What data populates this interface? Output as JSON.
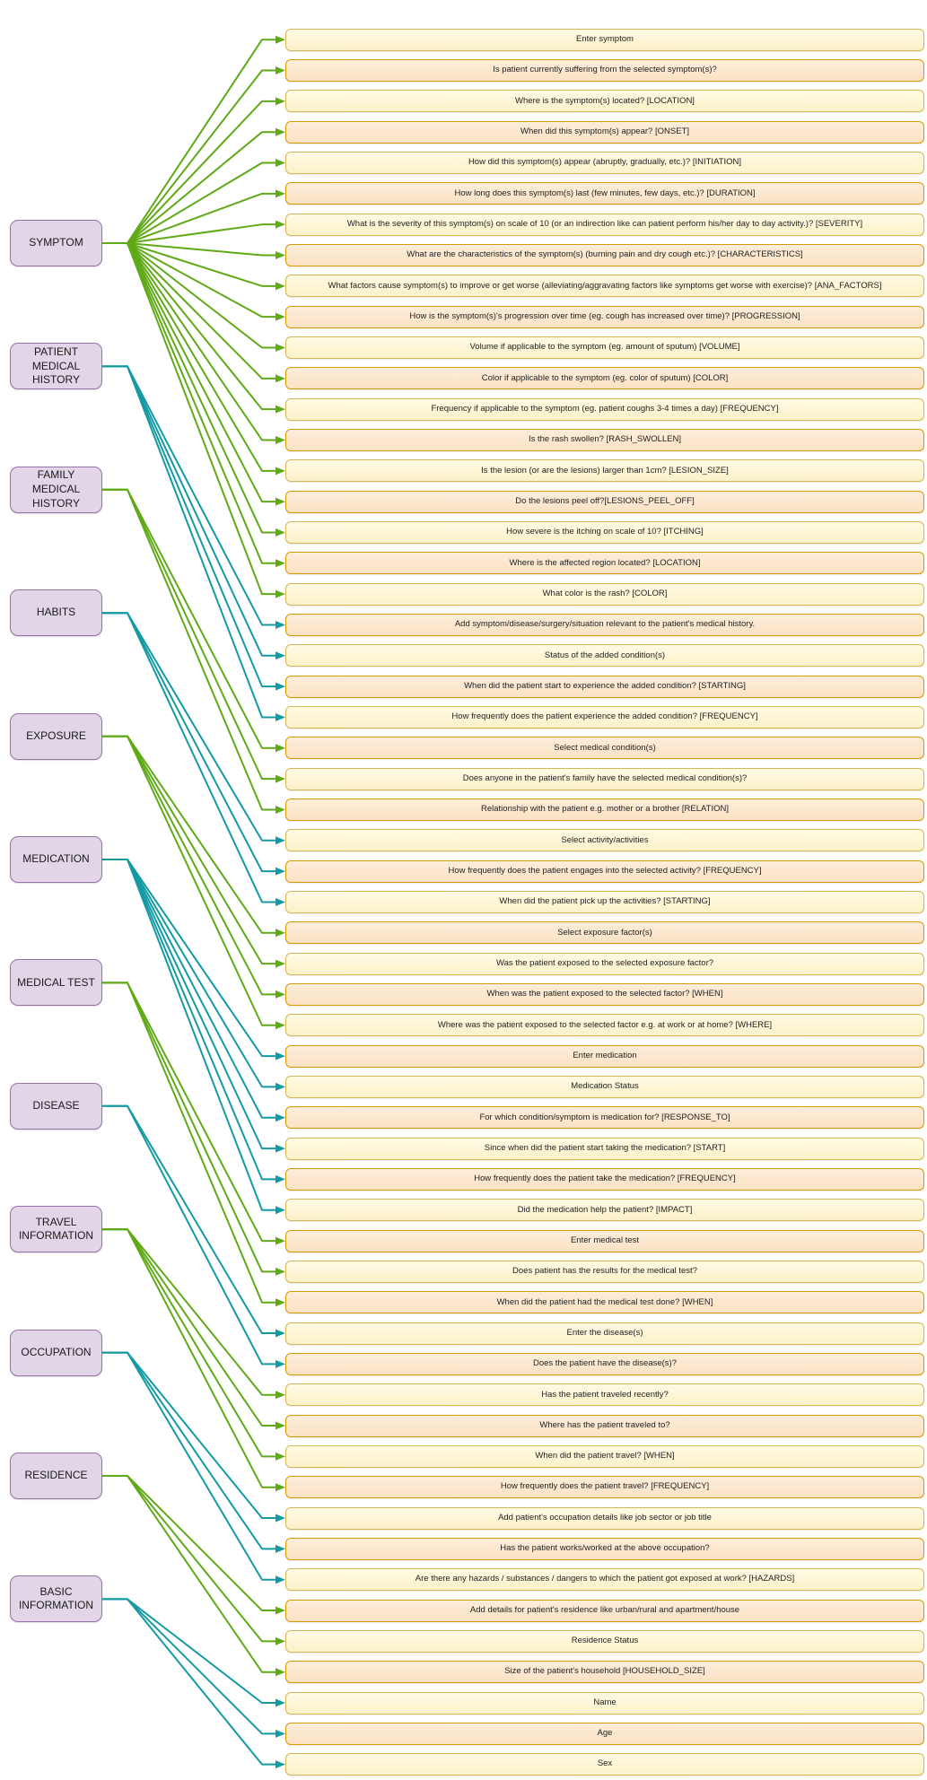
{
  "diagram": {
    "type": "category-to-question mapping",
    "colors": {
      "category_fill": "#E1D5E7",
      "category_border": "#9673A6",
      "question_yellow_fill": "#FFF2CC",
      "question_yellow_border": "#D6B656",
      "question_orange_fill": "#FFE6CC",
      "question_orange_border": "#D79B00",
      "connector_green": "#60A917",
      "connector_teal": "#149AA3"
    },
    "categories": [
      {
        "label": "SYMPTOM",
        "line_color": "green",
        "questions": [
          "Enter symptom",
          "Is patient currently suffering from the selected symptom(s)?",
          "Where is the symptom(s) located? [LOCATION]",
          "When did this symptom(s) appear? [ONSET]",
          "How did this symptom(s) appear (abruptly, gradually, etc.)? [INITIATION]",
          "How long does this symptom(s) last (few minutes, few days, etc.)? [DURATION]",
          "What is the severity of this symptom(s) on scale of 10 (or an indirection like can patient perform his/her day to day activity.)? [SEVERITY]",
          "What are the characteristics of the symptom(s) (burning pain and dry cough etc.)? [CHARACTERISTICS]",
          "What factors cause symptom(s) to improve or get worse (alleviating/aggravating factors like symptoms get worse with exercise)? [ANA_FACTORS]",
          "How is the symptom(s)'s progression over time (eg. cough has increased over time)? [PROGRESSION]",
          "Volume if applicable to the symptom (eg. amount of sputum) [VOLUME]",
          "Color if applicable to the symptom (eg. color of sputum) [COLOR]",
          "Frequency if applicable to the symptom (eg. patient coughs 3-4 times a day) [FREQUENCY]",
          "Is the rash swollen? [RASH_SWOLLEN]",
          "Is the lesion (or are the lesions) larger than 1cm? [LESION_SIZE]",
          "Do the lesions peel off?[LESIONS_PEEL_OFF]",
          "How severe is the itching on scale of 10? [ITCHING]",
          "Where is the affected region located? [LOCATION]",
          "What color is the rash? [COLOR]"
        ]
      },
      {
        "label": "PATIENT MEDICAL HISTORY",
        "line_color": "teal",
        "questions": [
          "Add symptom/disease/surgery/situation relevant to the patient's medical history.",
          "Status of the added condition(s)",
          "When did the patient start to experience the added condition? [STARTING]",
          "How frequently does the patient experience the added condition? [FREQUENCY]"
        ]
      },
      {
        "label": "FAMILY MEDICAL HISTORY",
        "line_color": "green",
        "questions": [
          "Select medical condition(s)",
          "Does anyone in the patient's family have the selected medical condition(s)?",
          "Relationship with the patient e.g. mother or a brother [RELATION]"
        ]
      },
      {
        "label": "HABITS",
        "line_color": "teal",
        "questions": [
          "Select activity/activities",
          "How frequently does the patient engages into the selected activity? [FREQUENCY]",
          "When did the patient pick up the activities? [STARTING]"
        ]
      },
      {
        "label": "EXPOSURE",
        "line_color": "green",
        "questions": [
          "Select exposure factor(s)",
          "Was the patient exposed to the selected exposure factor?",
          "When was the patient exposed to the selected factor? [WHEN]",
          "Where was the patient exposed to the selected factor e.g. at work or at home? [WHERE]"
        ]
      },
      {
        "label": "MEDICATION",
        "line_color": "teal",
        "questions": [
          "Enter medication",
          "Medication Status",
          "For which condition/symptom is medication for? [RESPONSE_TO]",
          "Since when did the patient start taking the medication? [START]",
          "How frequently does the patient take the medication? [FREQUENCY]",
          "Did the medication help the patient? [IMPACT]"
        ]
      },
      {
        "label": "MEDICAL TEST",
        "line_color": "green",
        "questions": [
          "Enter medical test",
          "Does patient has the results for the medical test?",
          "When did the patient had the medical test done? [WHEN]"
        ]
      },
      {
        "label": "DISEASE",
        "line_color": "teal",
        "questions": [
          "Enter the disease(s)",
          "Does the patient have the disease(s)?"
        ]
      },
      {
        "label": "TRAVEL INFORMATION",
        "line_color": "green",
        "questions": [
          "Has the patient traveled recently?",
          "Where has the patient traveled to?",
          "When did the patient travel? [WHEN]",
          "How frequently does the patient travel? [FREQUENCY]"
        ]
      },
      {
        "label": "OCCUPATION",
        "line_color": "teal",
        "questions": [
          "Add patient's occupation details like job sector or job title",
          "Has the patient works/worked at the above occupation?",
          "Are there any hazards / substances / dangers to which the patient got exposed at work? [HAZARDS]"
        ]
      },
      {
        "label": "RESIDENCE",
        "line_color": "green",
        "questions": [
          "Add details for patient's residence like urban/rural and apartment/house",
          "Residence Status",
          "Size of the patient's household [HOUSEHOLD_SIZE]"
        ]
      },
      {
        "label": "BASIC INFORMATION",
        "line_color": "teal",
        "questions": [
          "Name",
          "Age",
          "Sex"
        ]
      }
    ]
  }
}
